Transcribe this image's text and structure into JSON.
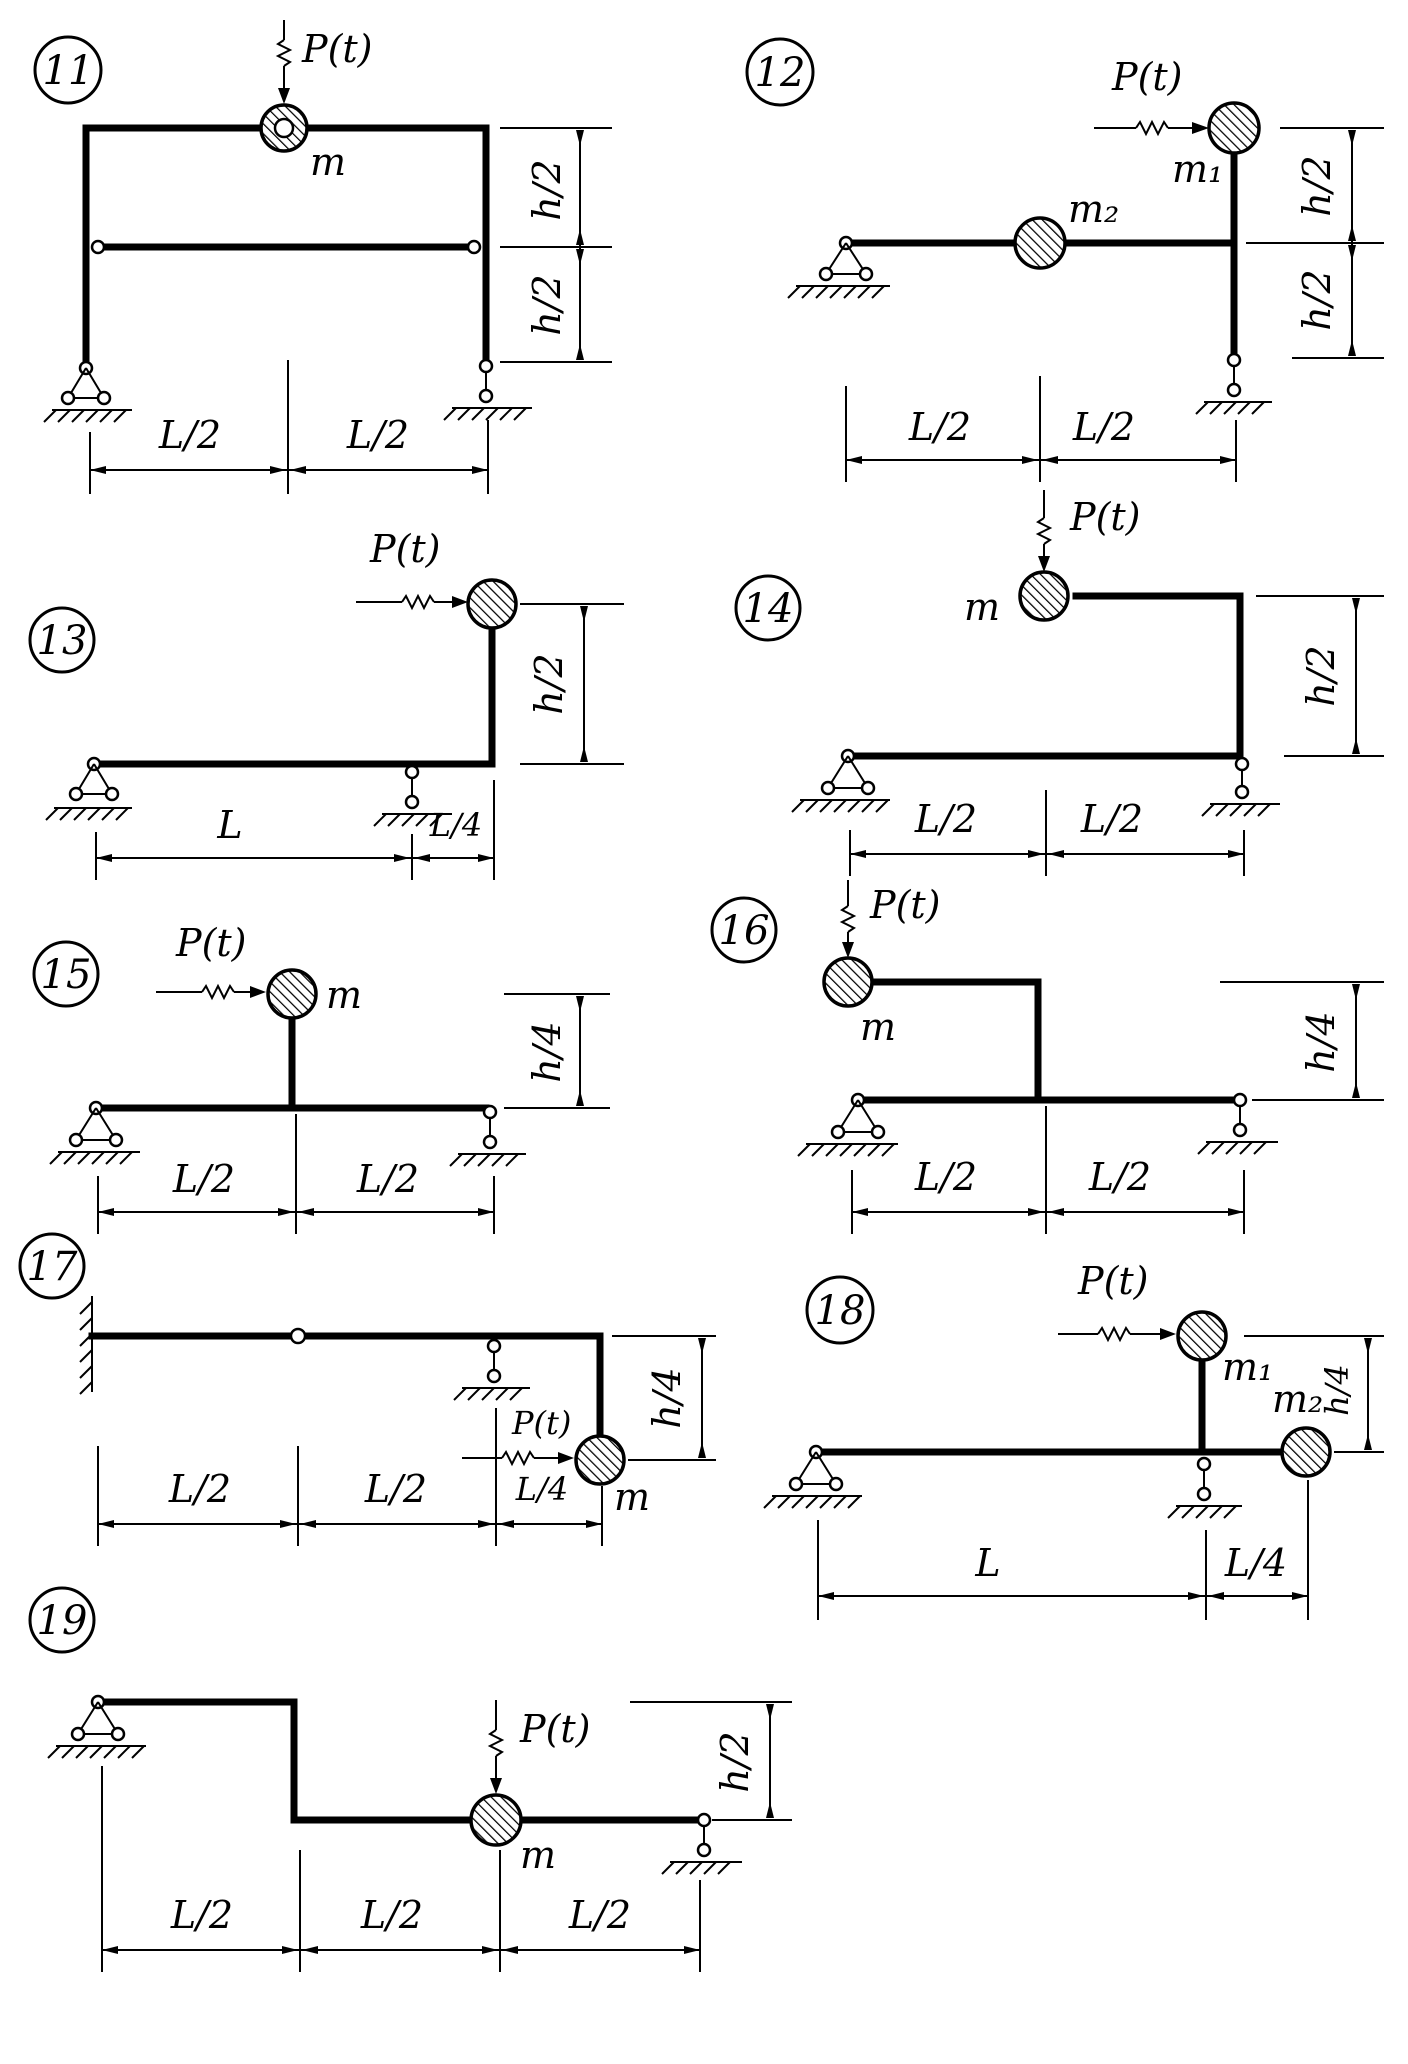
{
  "diagrams": [
    {
      "number": "11",
      "labels": {
        "load": "P(t)",
        "mass": "m",
        "half_len_a": "L/2",
        "half_len_b": "L/2",
        "half_h_a": "h/2",
        "half_h_b": "h/2"
      }
    },
    {
      "number": "12",
      "labels": {
        "load": "P(t)",
        "mass1": "m₁",
        "mass2": "m₂",
        "half_len_a": "L/2",
        "half_len_b": "L/2",
        "half_h_a": "h/2",
        "half_h_b": "h/2"
      }
    },
    {
      "number": "13",
      "labels": {
        "load": "P(t)",
        "span": "L",
        "over": "L/4",
        "height": "h/2"
      }
    },
    {
      "number": "14",
      "labels": {
        "load": "P(t)",
        "mass": "m",
        "half_len_a": "L/2",
        "half_len_b": "L/2",
        "height": "h/2"
      }
    },
    {
      "number": "15",
      "labels": {
        "load": "P(t)",
        "mass": "m",
        "half_len_a": "L/2",
        "half_len_b": "L/2",
        "height": "h/4"
      }
    },
    {
      "number": "16",
      "labels": {
        "load": "P(t)",
        "mass": "m",
        "half_len_a": "L/2",
        "half_len_b": "L/2",
        "height": "h/4"
      }
    },
    {
      "number": "17",
      "labels": {
        "load": "P(t)",
        "mass": "m",
        "half_len_a": "L/2",
        "half_len_b": "L/2",
        "over": "L/4",
        "height": "h/4"
      }
    },
    {
      "number": "18",
      "labels": {
        "load": "P(t)",
        "mass1": "m₁",
        "mass2": "m₂",
        "span": "L",
        "over": "L/4",
        "height": "h/4"
      }
    },
    {
      "number": "19",
      "labels": {
        "load": "P(t)",
        "mass": "m",
        "len_a": "L/2",
        "len_b": "L/2",
        "len_c": "L/2",
        "height": "h/2"
      }
    }
  ]
}
